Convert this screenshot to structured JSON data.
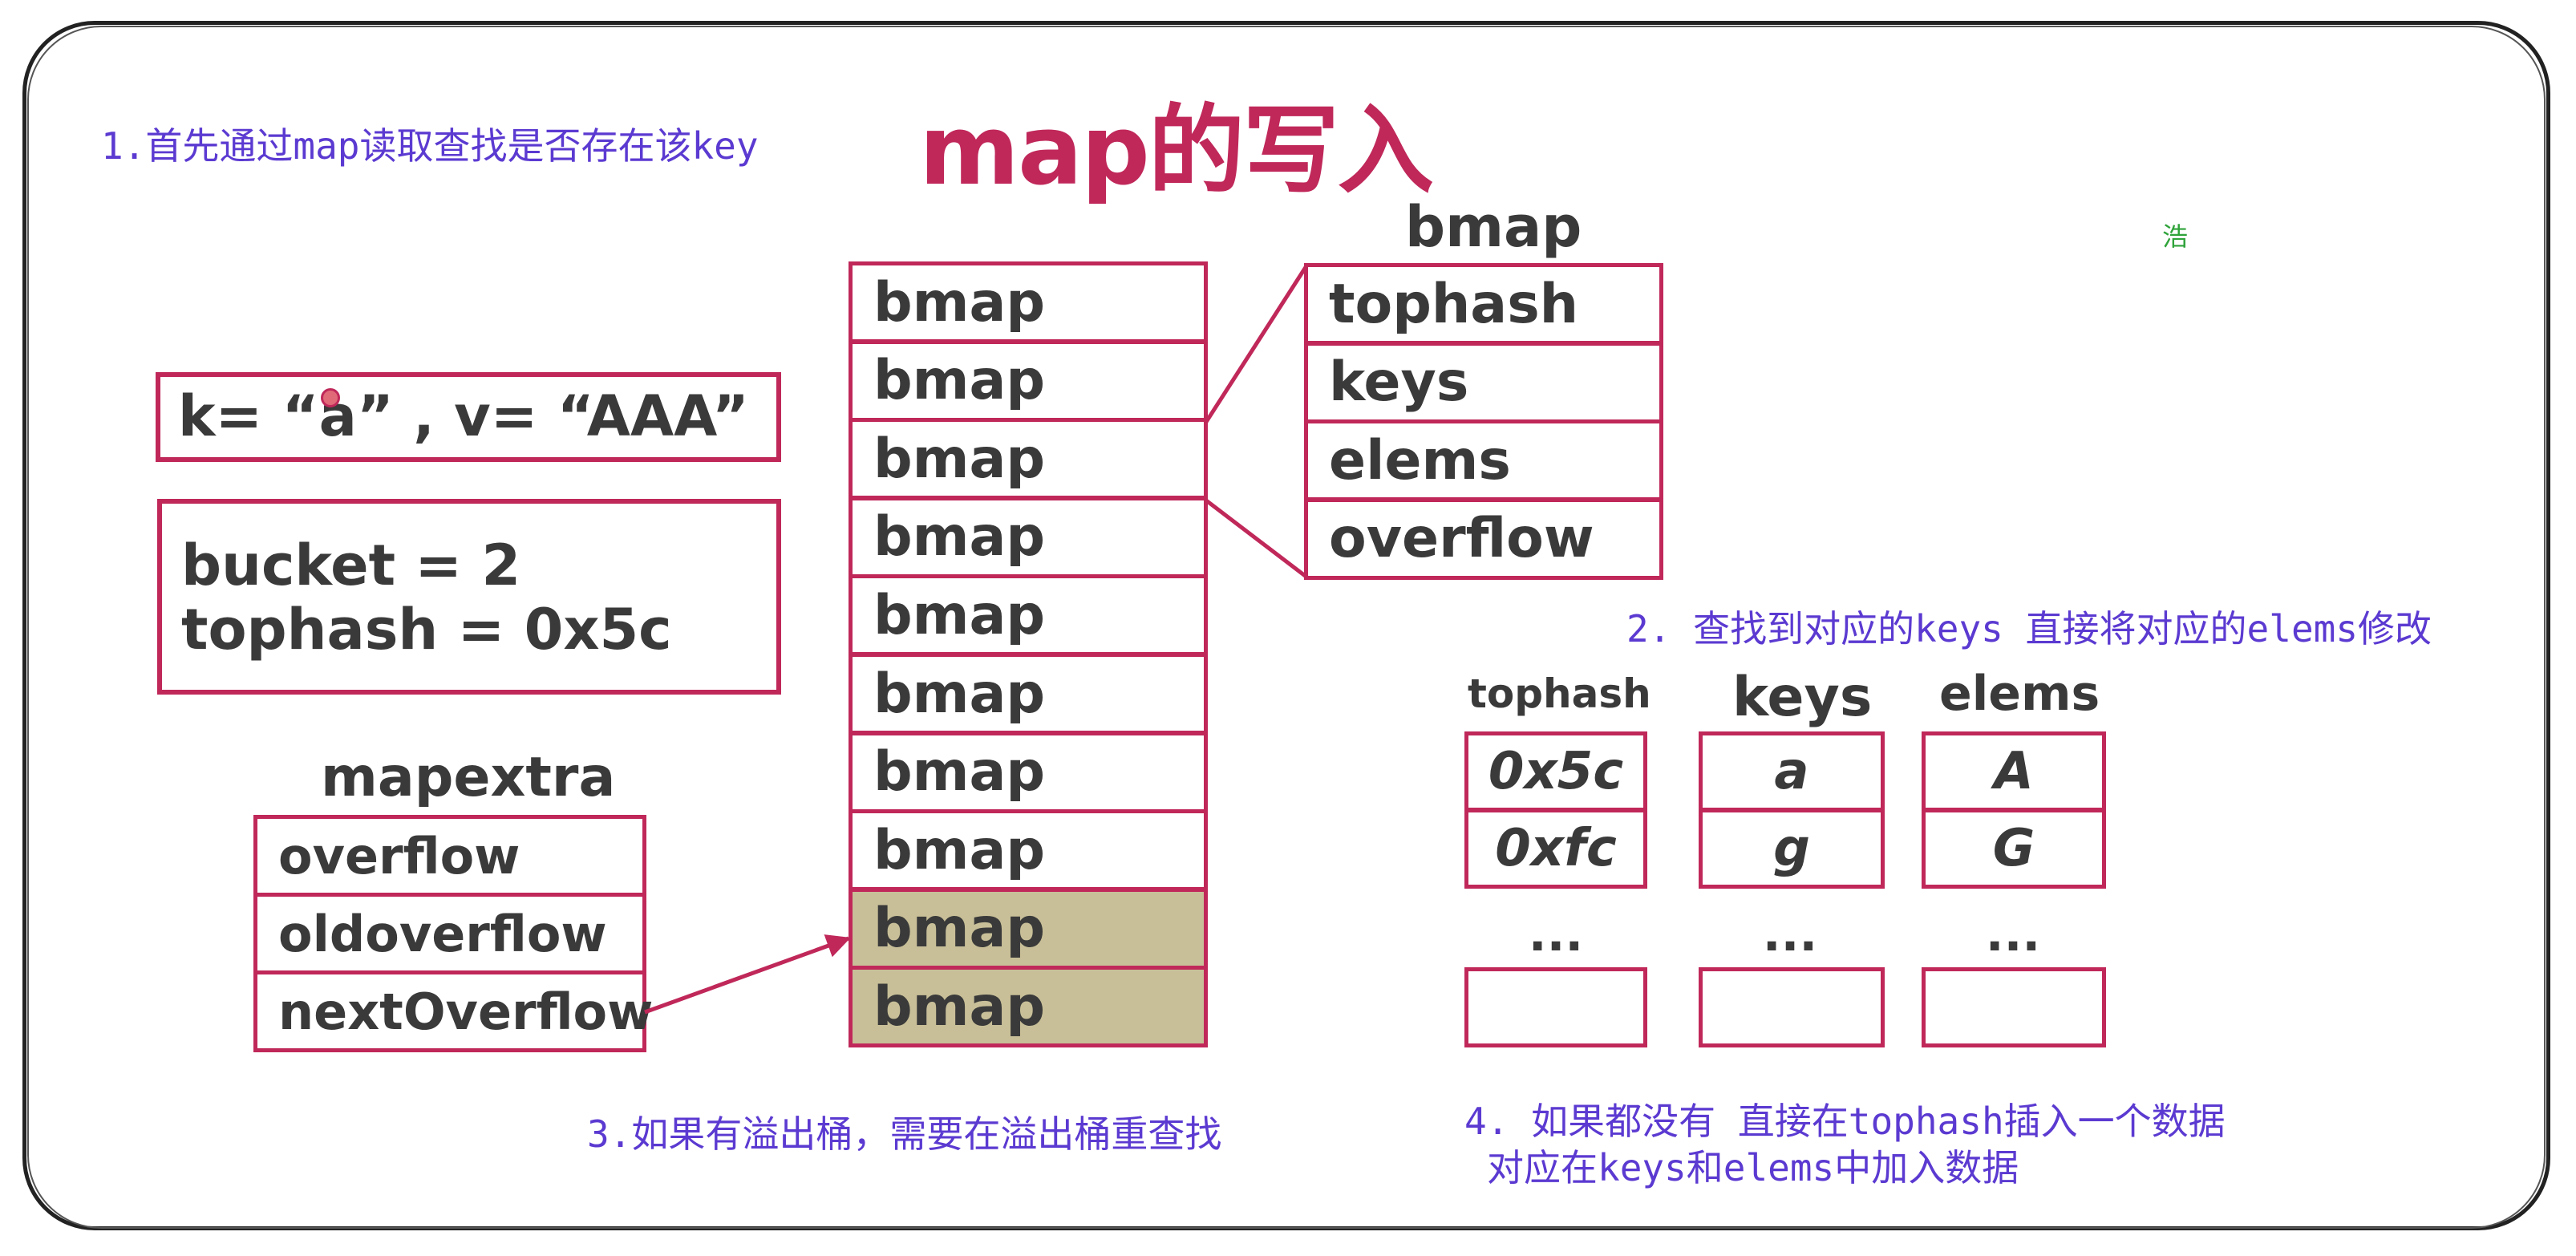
{
  "title": "map的写入",
  "notes": {
    "step1": "1.首先通过map读取查找是否存在该key",
    "step2": "2. 查找到对应的keys  直接将对应的elems修改",
    "step3": "3.如果有溢出桶，需要在溢出桶重查找",
    "step4_line1": "4. 如果都没有 直接在tophash插入一个数据",
    "step4_line2": "对应在keys和elems中加入数据"
  },
  "kv_box": "k= “a” , v= “AAA”",
  "bucket_box": {
    "line1": "bucket = 2",
    "line2": "tophash = 0x5c"
  },
  "buckets": [
    "bmap",
    "bmap",
    "bmap",
    "bmap",
    "bmap",
    "bmap",
    "bmap",
    "bmap",
    "bmap",
    "bmap"
  ],
  "bmap_struct": {
    "title": "bmap",
    "fields": [
      "tophash",
      "keys",
      "elems",
      "overflow"
    ]
  },
  "mapextra": {
    "title": "mapextra",
    "fields": [
      "overflow",
      "oldoverflow",
      "nextOverflow"
    ]
  },
  "table": {
    "headers": [
      "tophash",
      "keys",
      "elems"
    ],
    "tophash": [
      "0x5c",
      "0xfc"
    ],
    "keys": [
      "a",
      "g"
    ],
    "elems": [
      "A",
      "G"
    ],
    "dots": "..."
  },
  "mark": "浩",
  "colors": {
    "border": "#c0285a",
    "note": "#5b3ad1",
    "highlight": "#c8bf98",
    "text": "#3a3a3a"
  }
}
